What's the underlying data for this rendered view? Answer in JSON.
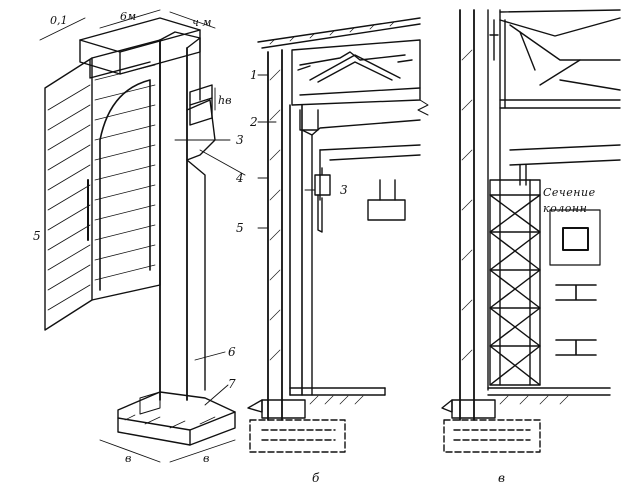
{
  "figure": {
    "callouts_left": [
      "5"
    ],
    "callouts_middle": [
      "1",
      "2",
      "3",
      "4",
      "5",
      "6",
      "7",
      "3"
    ],
    "dimensions_top": [
      "0,1",
      "6м",
      "ч м"
    ],
    "dimensions_side": [
      "hв"
    ],
    "dimensions_bottom": [
      "в",
      "в"
    ],
    "panel_labels": [
      "б",
      "в"
    ],
    "section_note": [
      "Сечение",
      "колонн"
    ]
  }
}
